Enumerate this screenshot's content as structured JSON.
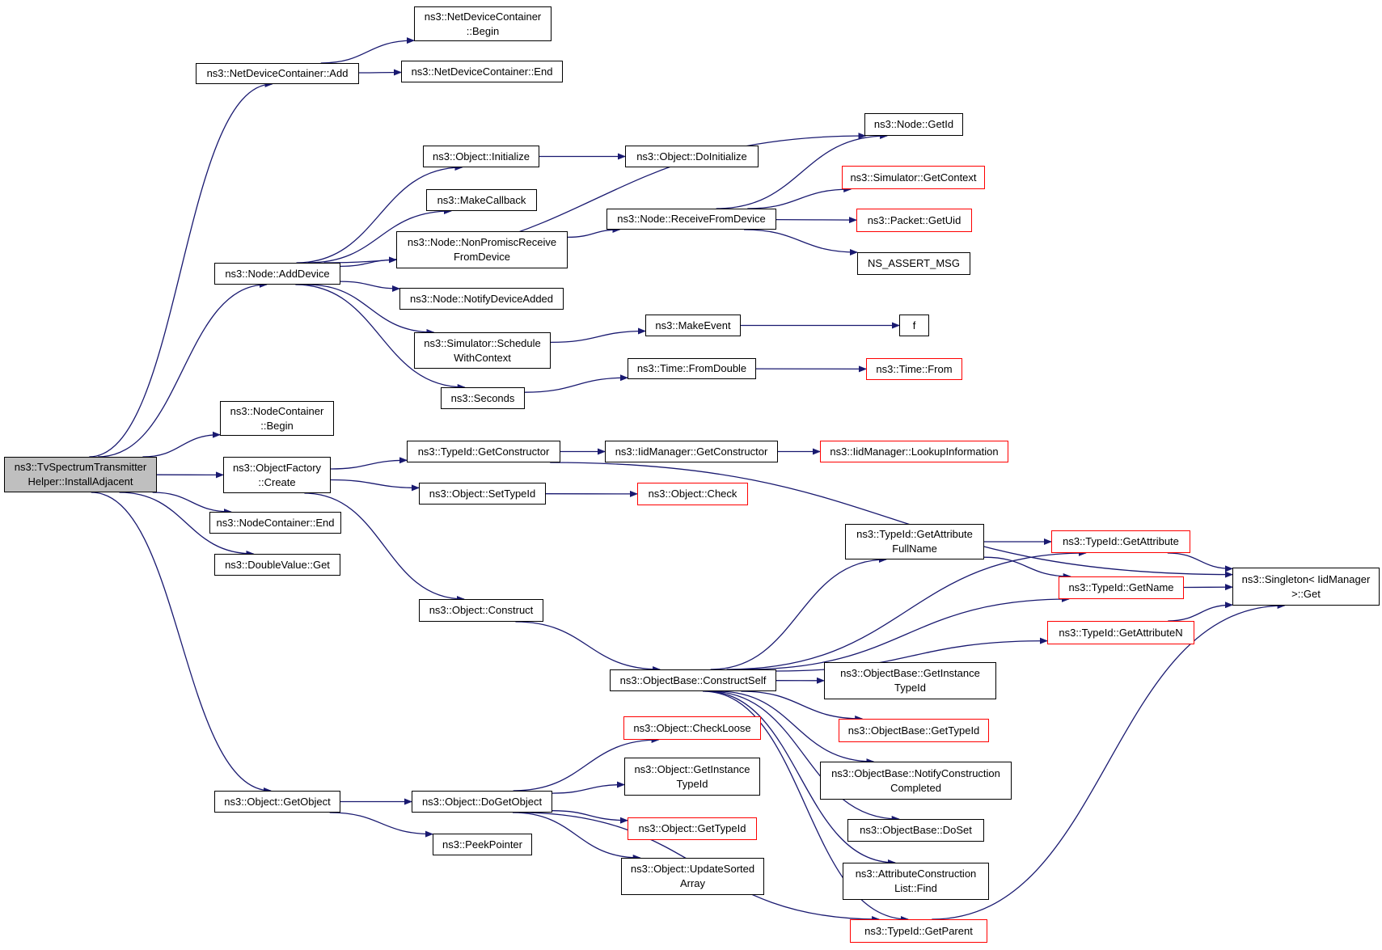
{
  "colors": {
    "edge": "#191970",
    "node_border": "#000000",
    "truncated_border": "#ff0000",
    "root_fill": "#bfbfbf"
  },
  "nodes": {
    "root": {
      "lines": [
        "ns3::TvSpectrumTransmitter",
        "Helper::InstallAdjacent"
      ],
      "style": "root"
    },
    "ndcAdd": {
      "lines": [
        "ns3::NetDeviceContainer::Add"
      ],
      "style": "black"
    },
    "ndcBegin": {
      "lines": [
        "ns3::NetDeviceContainer",
        "::Begin"
      ],
      "style": "black"
    },
    "ndcEnd": {
      "lines": [
        "ns3::NetDeviceContainer::End"
      ],
      "style": "black"
    },
    "nodeGetId": {
      "lines": [
        "ns3::Node::GetId"
      ],
      "style": "black"
    },
    "objInit": {
      "lines": [
        "ns3::Object::Initialize"
      ],
      "style": "black"
    },
    "objDoInit": {
      "lines": [
        "ns3::Object::DoInitialize"
      ],
      "style": "black"
    },
    "simGetCtx": {
      "lines": [
        "ns3::Simulator::GetContext"
      ],
      "style": "red"
    },
    "makeCb": {
      "lines": [
        "ns3::MakeCallback"
      ],
      "style": "black"
    },
    "recvDev": {
      "lines": [
        "ns3::Node::ReceiveFromDevice"
      ],
      "style": "black"
    },
    "pktUid": {
      "lines": [
        "ns3::Packet::GetUid"
      ],
      "style": "red"
    },
    "nonProm": {
      "lines": [
        "ns3::Node::NonPromiscReceive",
        "FromDevice"
      ],
      "style": "black"
    },
    "assertMsg": {
      "lines": [
        "NS_ASSERT_MSG"
      ],
      "style": "black"
    },
    "addDevice": {
      "lines": [
        "ns3::Node::AddDevice"
      ],
      "style": "black"
    },
    "notifyAdd": {
      "lines": [
        "ns3::Node::NotifyDeviceAdded"
      ],
      "style": "black"
    },
    "makeEvent": {
      "lines": [
        "ns3::MakeEvent"
      ],
      "style": "black"
    },
    "f": {
      "lines": [
        "f"
      ],
      "style": "black"
    },
    "schedCtx": {
      "lines": [
        "ns3::Simulator::Schedule",
        "WithContext"
      ],
      "style": "black"
    },
    "fromDouble": {
      "lines": [
        "ns3::Time::FromDouble"
      ],
      "style": "black"
    },
    "timeFrom": {
      "lines": [
        "ns3::Time::From"
      ],
      "style": "red"
    },
    "seconds": {
      "lines": [
        "ns3::Seconds"
      ],
      "style": "black"
    },
    "ncBegin": {
      "lines": [
        "ns3::NodeContainer",
        "::Begin"
      ],
      "style": "black"
    },
    "tidGetCtor": {
      "lines": [
        "ns3::TypeId::GetConstructor"
      ],
      "style": "black"
    },
    "iidGetCtor": {
      "lines": [
        "ns3::IidManager::GetConstructor"
      ],
      "style": "black"
    },
    "iidLookup": {
      "lines": [
        "ns3::IidManager::LookupInformation"
      ],
      "style": "red"
    },
    "ofCreate": {
      "lines": [
        "ns3::ObjectFactory",
        "::Create"
      ],
      "style": "black"
    },
    "setTypeId": {
      "lines": [
        "ns3::Object::SetTypeId"
      ],
      "style": "black"
    },
    "objCheck": {
      "lines": [
        "ns3::Object::Check"
      ],
      "style": "red"
    },
    "ncEnd": {
      "lines": [
        "ns3::NodeContainer::End"
      ],
      "style": "black"
    },
    "attrFull": {
      "lines": [
        "ns3::TypeId::GetAttribute",
        "FullName"
      ],
      "style": "black"
    },
    "getAttr": {
      "lines": [
        "ns3::TypeId::GetAttribute"
      ],
      "style": "red"
    },
    "dvGet": {
      "lines": [
        "ns3::DoubleValue::Get"
      ],
      "style": "black"
    },
    "singleton": {
      "lines": [
        "ns3::Singleton< IidManager",
        ">::Get"
      ],
      "style": "black"
    },
    "getName": {
      "lines": [
        "ns3::TypeId::GetName"
      ],
      "style": "red"
    },
    "construct": {
      "lines": [
        "ns3::Object::Construct"
      ],
      "style": "black"
    },
    "getAttrN": {
      "lines": [
        "ns3::TypeId::GetAttributeN"
      ],
      "style": "red"
    },
    "ctorSelf": {
      "lines": [
        "ns3::ObjectBase::ConstructSelf"
      ],
      "style": "black"
    },
    "obInstTid": {
      "lines": [
        "ns3::ObjectBase::GetInstance",
        "TypeId"
      ],
      "style": "black"
    },
    "obGetTid": {
      "lines": [
        "ns3::ObjectBase::GetTypeId"
      ],
      "style": "red"
    },
    "chkLoose": {
      "lines": [
        "ns3::Object::CheckLoose"
      ],
      "style": "red"
    },
    "notifyCon": {
      "lines": [
        "ns3::ObjectBase::NotifyConstruction",
        "Completed"
      ],
      "style": "black"
    },
    "oInstTid": {
      "lines": [
        "ns3::Object::GetInstance",
        "TypeId"
      ],
      "style": "black"
    },
    "getObject": {
      "lines": [
        "ns3::Object::GetObject"
      ],
      "style": "black"
    },
    "doGetObj": {
      "lines": [
        "ns3::Object::DoGetObject"
      ],
      "style": "black"
    },
    "oGetTid": {
      "lines": [
        "ns3::Object::GetTypeId"
      ],
      "style": "red"
    },
    "doSet": {
      "lines": [
        "ns3::ObjectBase::DoSet"
      ],
      "style": "black"
    },
    "peekPtr": {
      "lines": [
        "ns3::PeekPointer"
      ],
      "style": "black"
    },
    "updSorted": {
      "lines": [
        "ns3::Object::UpdateSorted",
        "Array"
      ],
      "style": "black"
    },
    "attrFind": {
      "lines": [
        "ns3::AttributeConstruction",
        "List::Find"
      ],
      "style": "black"
    },
    "getParent": {
      "lines": [
        "ns3::TypeId::GetParent"
      ],
      "style": "red"
    }
  },
  "edges": [
    [
      "root",
      "ndcAdd"
    ],
    [
      "root",
      "addDevice"
    ],
    [
      "root",
      "ncBegin"
    ],
    [
      "root",
      "ofCreate"
    ],
    [
      "root",
      "ncEnd"
    ],
    [
      "root",
      "dvGet"
    ],
    [
      "root",
      "getObject"
    ],
    [
      "ndcAdd",
      "ndcBegin"
    ],
    [
      "ndcAdd",
      "ndcEnd"
    ],
    [
      "addDevice",
      "nodeGetId"
    ],
    [
      "addDevice",
      "objInit"
    ],
    [
      "addDevice",
      "makeCb"
    ],
    [
      "addDevice",
      "nonProm"
    ],
    [
      "addDevice",
      "notifyAdd"
    ],
    [
      "addDevice",
      "schedCtx"
    ],
    [
      "addDevice",
      "seconds"
    ],
    [
      "objInit",
      "objDoInit"
    ],
    [
      "nonProm",
      "recvDev"
    ],
    [
      "recvDev",
      "nodeGetId"
    ],
    [
      "recvDev",
      "simGetCtx"
    ],
    [
      "recvDev",
      "pktUid"
    ],
    [
      "recvDev",
      "assertMsg"
    ],
    [
      "schedCtx",
      "makeEvent"
    ],
    [
      "makeEvent",
      "f"
    ],
    [
      "seconds",
      "fromDouble"
    ],
    [
      "fromDouble",
      "timeFrom"
    ],
    [
      "ofCreate",
      "tidGetCtor"
    ],
    [
      "ofCreate",
      "setTypeId"
    ],
    [
      "ofCreate",
      "construct"
    ],
    [
      "tidGetCtor",
      "iidGetCtor"
    ],
    [
      "tidGetCtor",
      "singleton"
    ],
    [
      "iidGetCtor",
      "iidLookup"
    ],
    [
      "setTypeId",
      "objCheck"
    ],
    [
      "construct",
      "ctorSelf"
    ],
    [
      "ctorSelf",
      "getAttr"
    ],
    [
      "ctorSelf",
      "attrFull"
    ],
    [
      "ctorSelf",
      "getName"
    ],
    [
      "ctorSelf",
      "getAttrN"
    ],
    [
      "ctorSelf",
      "obInstTid"
    ],
    [
      "ctorSelf",
      "obGetTid"
    ],
    [
      "ctorSelf",
      "notifyCon"
    ],
    [
      "ctorSelf",
      "doSet"
    ],
    [
      "ctorSelf",
      "attrFind"
    ],
    [
      "ctorSelf",
      "getParent"
    ],
    [
      "attrFull",
      "getAttr"
    ],
    [
      "attrFull",
      "getName"
    ],
    [
      "getAttr",
      "singleton"
    ],
    [
      "getName",
      "singleton"
    ],
    [
      "getAttrN",
      "singleton"
    ],
    [
      "getParent",
      "singleton"
    ],
    [
      "getObject",
      "doGetObj"
    ],
    [
      "getObject",
      "peekPtr"
    ],
    [
      "doGetObj",
      "chkLoose"
    ],
    [
      "doGetObj",
      "oInstTid"
    ],
    [
      "doGetObj",
      "oGetTid"
    ],
    [
      "doGetObj",
      "updSorted"
    ],
    [
      "doGetObj",
      "getParent"
    ]
  ]
}
